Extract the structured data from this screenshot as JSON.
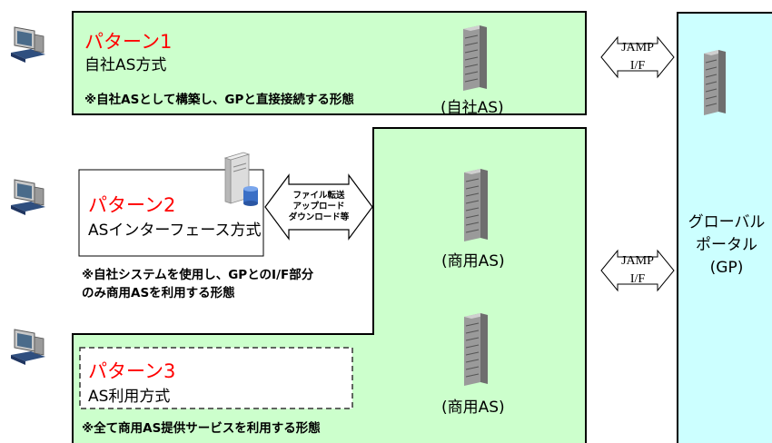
{
  "patterns": [
    {
      "title": "パターン1",
      "subtitle": "自社AS方式",
      "note_lines": [
        "※自社ASとして構築し、GPと直接接続する形態"
      ],
      "server_label": "(自社AS)",
      "interface_label": [
        "JAMP",
        "I/F"
      ]
    },
    {
      "title": "パターン2",
      "subtitle": "ASインターフェース方式",
      "note_lines": [
        "※自社システムを使用し、GPとのI/F部分",
        "のみ商用ASを利用する形態"
      ],
      "server_label": "(商用AS)",
      "transfer_label": [
        "ファイル転送",
        "アップロード",
        "ダウンロード等"
      ],
      "interface_label": [
        "JAMP",
        "I/F"
      ]
    },
    {
      "title": "パターン3",
      "subtitle": "AS利用方式",
      "note_lines": [
        "※全て商用AS提供サービスを利用する形態"
      ],
      "server_label": "(商用AS)"
    }
  ],
  "global_portal": {
    "label_lines": [
      "グローバル",
      "ポータル",
      "(GP)"
    ]
  },
  "colors": {
    "pattern_fill": "#ccffcc",
    "portal_fill": "#ccffff",
    "title_red": "#ff0000"
  }
}
